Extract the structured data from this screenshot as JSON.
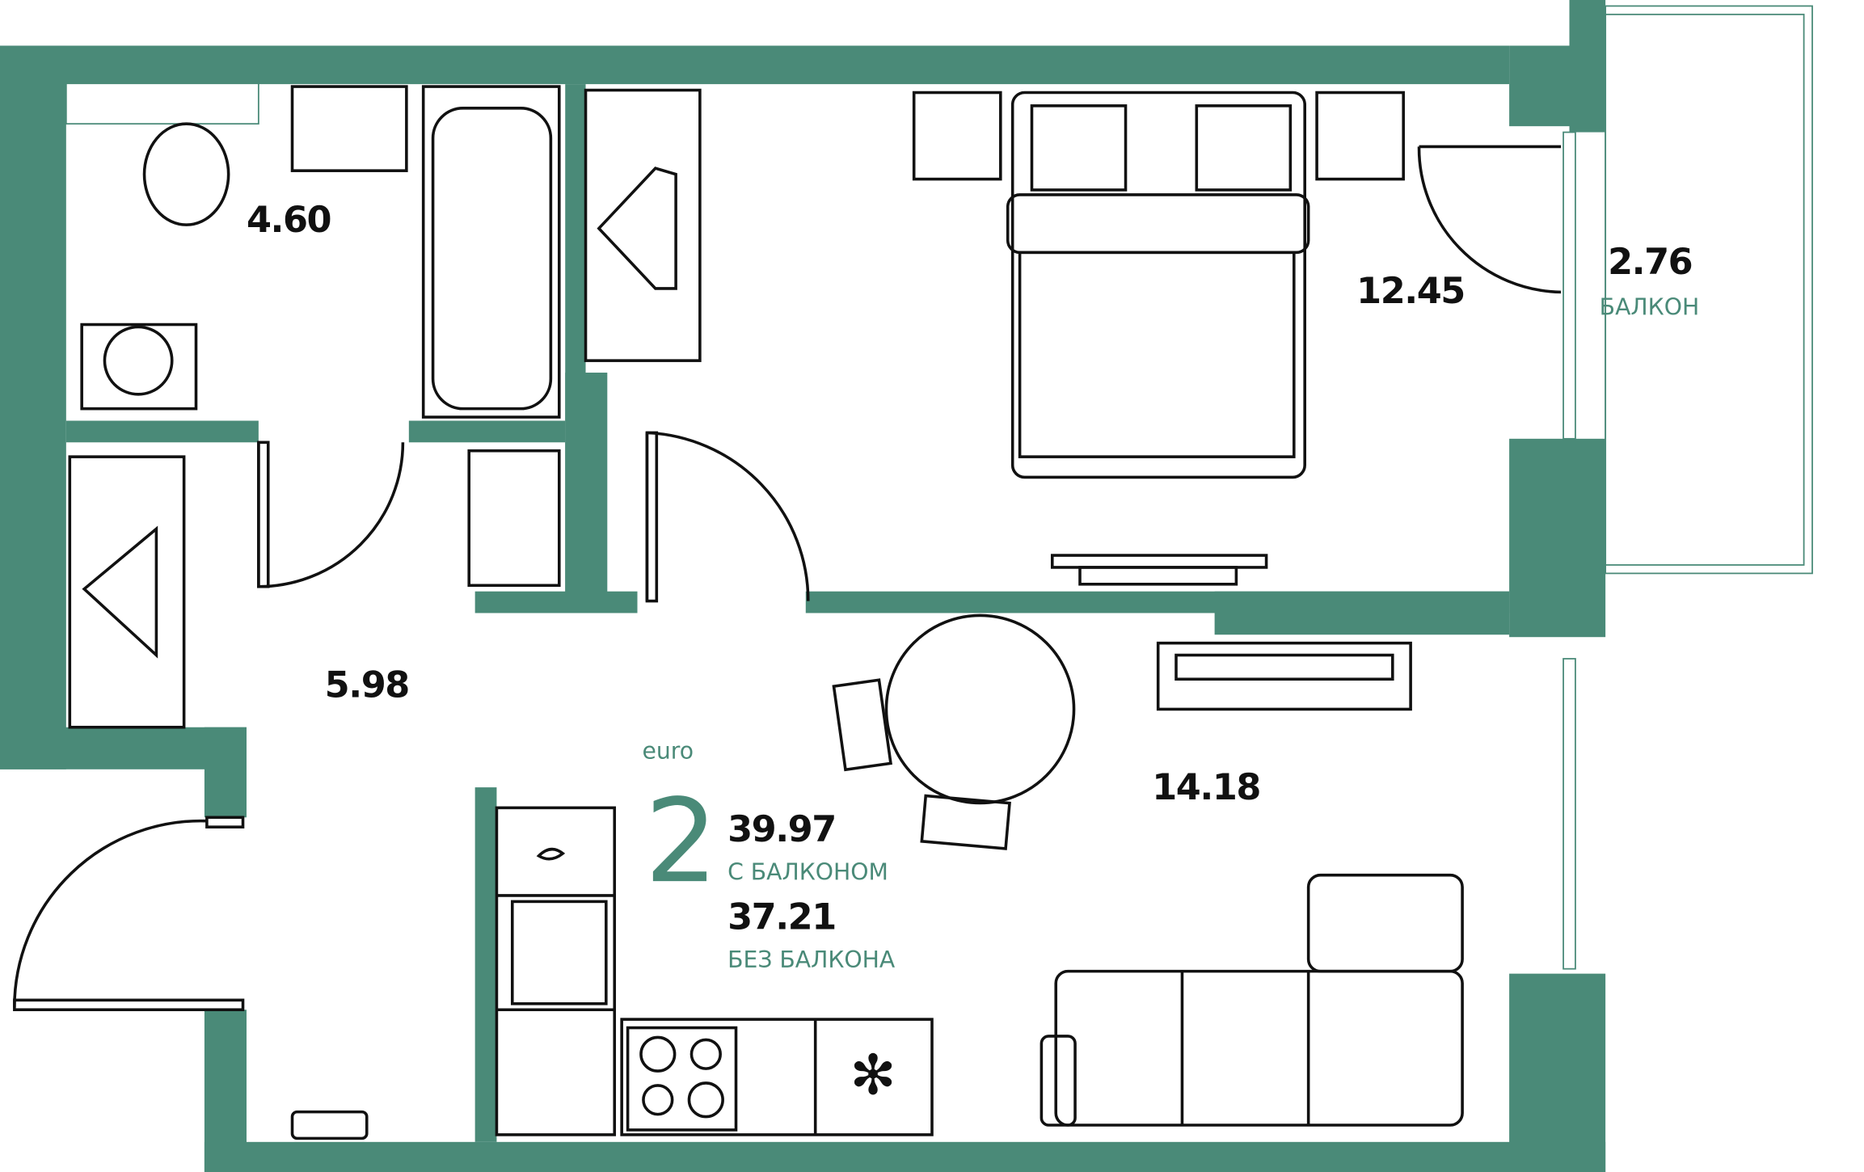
{
  "rooms": {
    "bathroom": "4.60",
    "hall": "5.98",
    "bedroom": "12.45",
    "living": "14.18",
    "balcony": "2.76",
    "balcony_label": "БАЛКОН"
  },
  "summary": {
    "type": "euro",
    "rooms_count": "2",
    "area_with_balcony": "39.97",
    "with_balcony_label": "С БАЛКОНОМ",
    "area_without_balcony": "37.21",
    "without_balcony_label": "БЕЗ БАЛКОНА"
  },
  "colors": {
    "wall": "#4a8a78",
    "line": "#111111"
  }
}
